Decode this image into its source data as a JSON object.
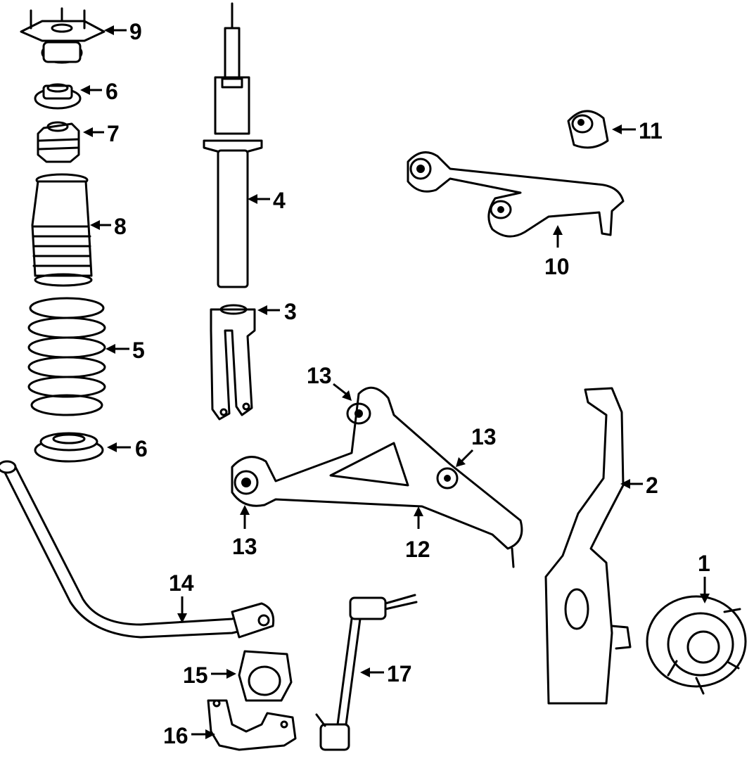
{
  "callouts": {
    "c1": "1",
    "c2": "2",
    "c3": "3",
    "c4": "4",
    "c5": "5",
    "c6a": "6",
    "c6b": "6",
    "c7": "7",
    "c8": "8",
    "c9": "9",
    "c10": "10",
    "c11": "11",
    "c12": "12",
    "c13a": "13",
    "c13b": "13",
    "c13c": "13",
    "c14": "14",
    "c15": "15",
    "c16": "16",
    "c17": "17"
  }
}
